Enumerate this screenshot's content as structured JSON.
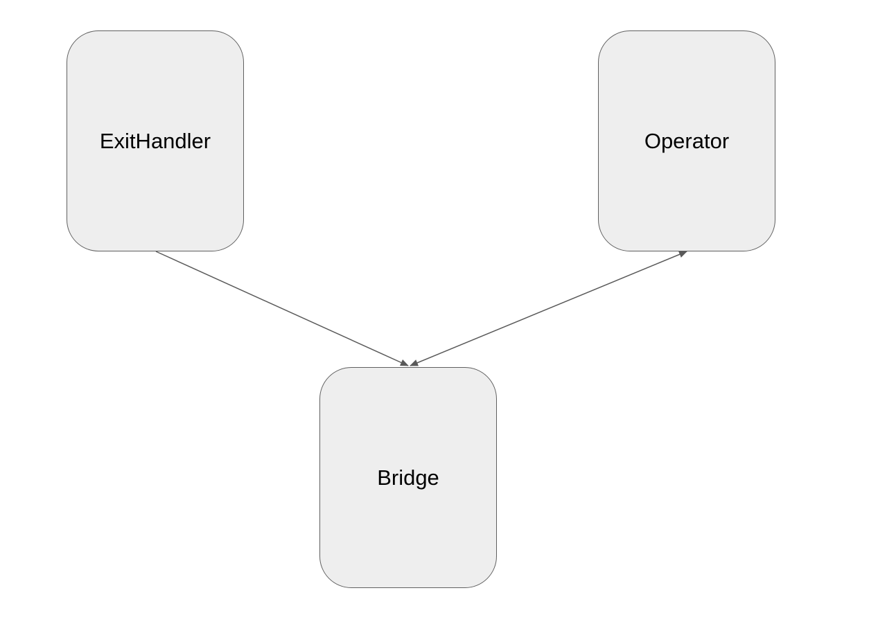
{
  "nodes": {
    "exithandler": {
      "label": "ExitHandler"
    },
    "operator": {
      "label": "Operator"
    },
    "bridge": {
      "label": "Bridge"
    }
  },
  "edges": [
    {
      "from": "ExitHandler",
      "to": "Bridge",
      "direction": "forward"
    },
    {
      "from": "Operator",
      "to": "Bridge",
      "direction": "both"
    }
  ],
  "colors": {
    "node_fill": "#eeeeee",
    "node_border": "#5f5f5f",
    "edge": "#595959",
    "text": "#000000"
  }
}
